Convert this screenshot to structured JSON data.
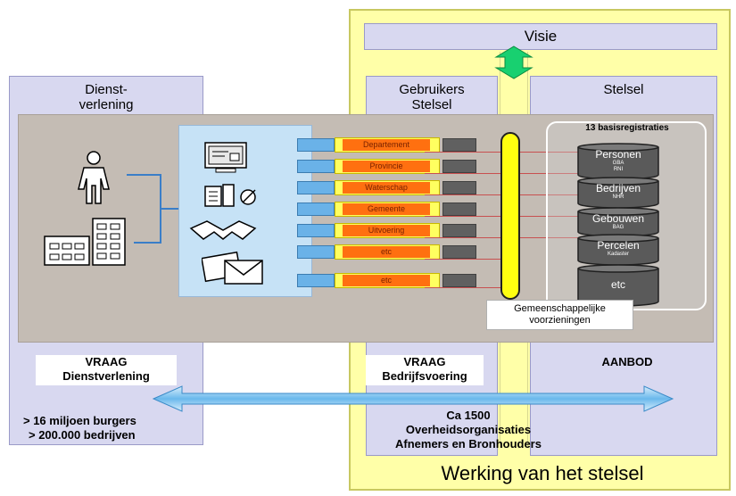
{
  "header": {
    "visie": "Visie"
  },
  "panels": {
    "dienstverlening_title": "Dienst-\nverlening",
    "gebruikers_title": "Gebruikers\nStelsel",
    "stelsel_title": "Stelsel"
  },
  "channels": [
    "Departement",
    "Provincie",
    "Waterschap",
    "Gemeente",
    "Uitvoering",
    "etc",
    "etc"
  ],
  "registers": {
    "title": "13 basisregistraties",
    "items": [
      {
        "name": "Personen",
        "sub": "GBA\nRNI"
      },
      {
        "name": "Bedrijven",
        "sub": "NHR"
      },
      {
        "name": "Gebouwen",
        "sub": "BAG"
      },
      {
        "name": "Percelen",
        "sub": "Kadaster"
      },
      {
        "name": "etc",
        "sub": ""
      }
    ]
  },
  "gemeenschappelijk": "Gemeenschappelijke\nvoorzieningen",
  "vraag_dienst": "VRAAG\nDienstverlening",
  "vraag_bedrijf": "VRAAG\nBedrijfsvoering",
  "aanbod": "AANBOD",
  "stats": {
    "burgers": "> 16 miljoen burgers",
    "bedrijven": "> 200.000 bedrijven"
  },
  "ca": {
    "line1": "Ca 1500",
    "line2": "Overheidsorganisaties",
    "line3": "Afnemers en Bronhouders"
  },
  "footer": "Werking van het stelsel",
  "colors": {
    "lavender": "#d8d8f0",
    "yellow": "#ffffa8",
    "orange": "#ff7010",
    "channel_blue": "#6ab2e8",
    "cylinder": "#5a5a5a"
  }
}
